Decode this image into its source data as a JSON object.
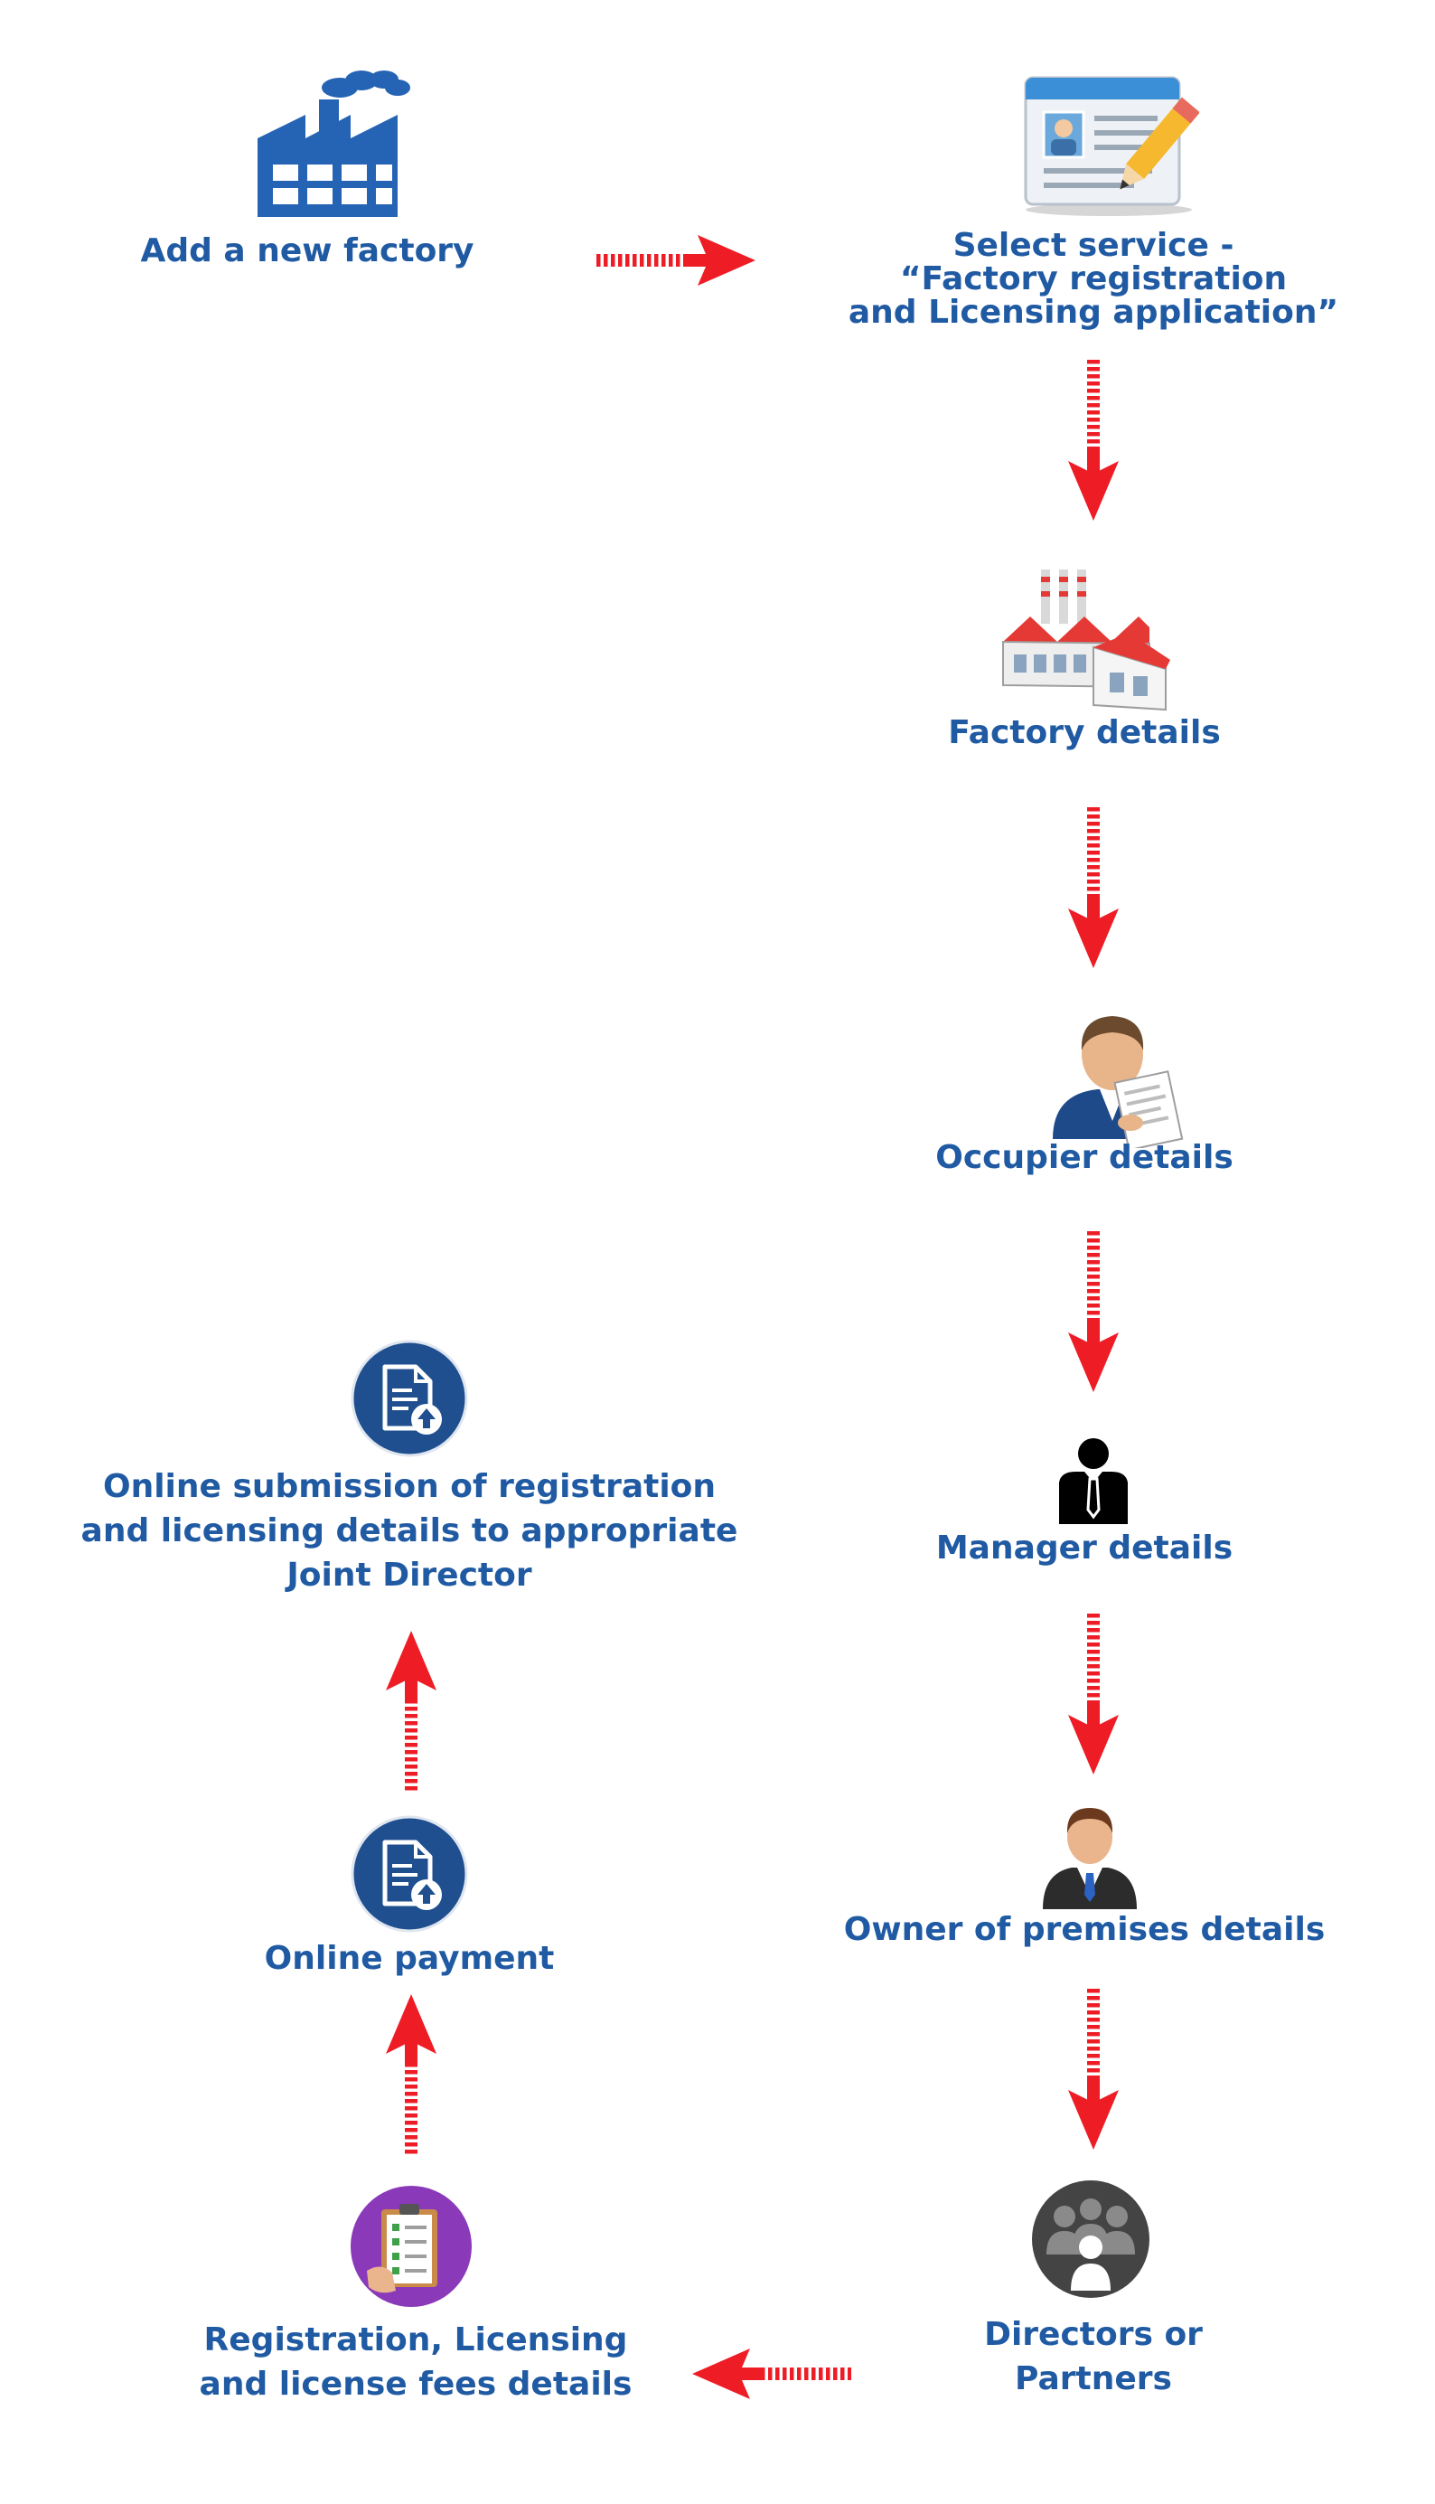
{
  "colors": {
    "label_text": "#1f5aa3",
    "arrow": "#ee1c25",
    "badge_blue": "#1f4f8f",
    "badge_purple": "#8a3ab9",
    "badge_gray": "#4a4a4a"
  },
  "steps": {
    "add_factory": {
      "label": "Add a new factory",
      "icon": "factory-icon"
    },
    "select_service": {
      "line1": "Select service -",
      "line2": "“Factory registration",
      "line3": "and Licensing application”",
      "icon": "form-edit-icon"
    },
    "factory_details": {
      "label": "Factory details",
      "icon": "factory-building-icon"
    },
    "occupier_details": {
      "label": "Occupier details",
      "icon": "person-document-icon"
    },
    "manager_details": {
      "label": "Manager details",
      "icon": "manager-icon"
    },
    "owner_details": {
      "label": "Owner of premises details",
      "icon": "businessman-icon"
    },
    "directors": {
      "line1": "Directors or",
      "line2": "Partners",
      "icon": "group-icon"
    },
    "registration_fees": {
      "line1": "Registration, Licensing",
      "line2": "and license fees details",
      "icon": "checklist-icon"
    },
    "online_payment": {
      "label": "Online payment",
      "icon": "document-upload-icon"
    },
    "online_submission": {
      "line1": "Online submission of registration",
      "line2": "and licensing details to appropriate",
      "line3": "Joint Director",
      "icon": "document-upload-icon"
    }
  }
}
